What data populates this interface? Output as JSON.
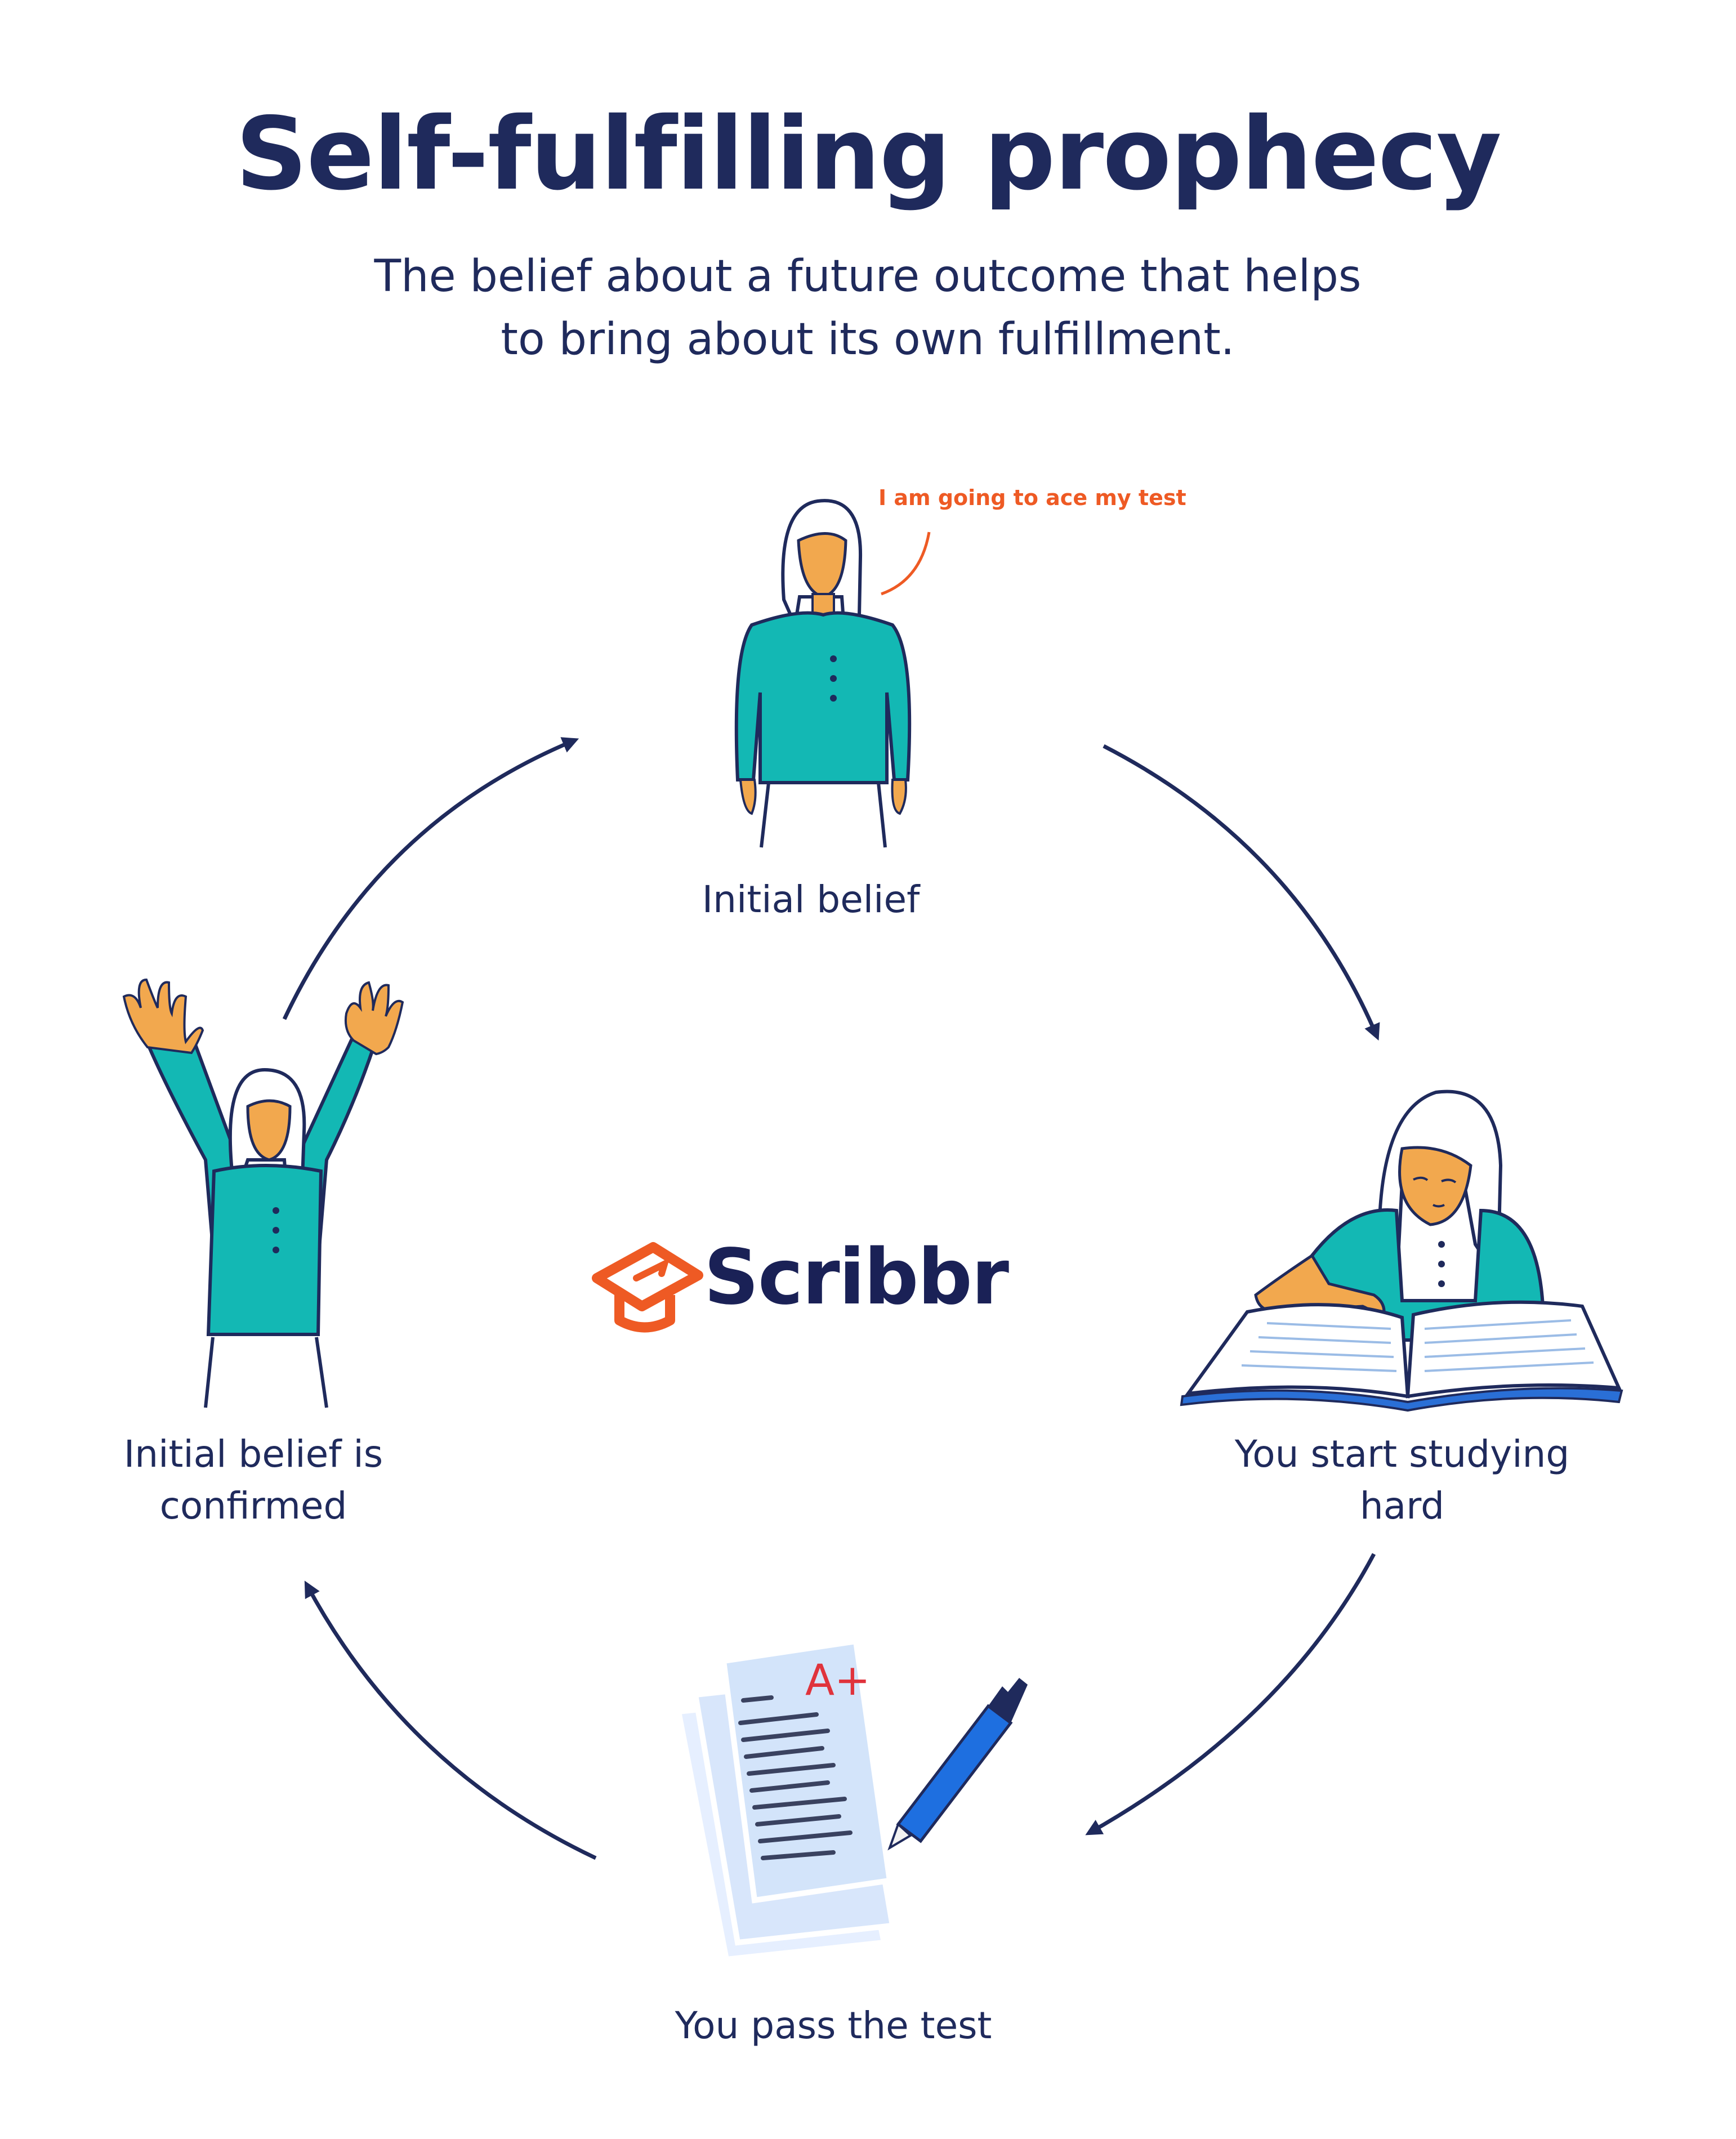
{
  "title": "Self-fulfilling prophecy",
  "subtitle_lines": [
    "The belief about a future outcome that helps",
    "to bring about its own fulfillment."
  ],
  "speech_bubble": "I am going to ace my test",
  "steps": [
    {
      "label": "Initial belief"
    },
    {
      "label_lines": [
        "You start studying",
        "hard"
      ]
    },
    {
      "label": "You pass the test"
    },
    {
      "label_lines": [
        "Initial belief is",
        "confirmed"
      ]
    }
  ],
  "logo": {
    "text": "Scribbr"
  },
  "grade": "A+",
  "colors": {
    "navy": "#1f2a5c",
    "teal": "#13b8b4",
    "skin": "#f2a84e",
    "orange": "#ee5a24",
    "paper": "#d3e4fa",
    "pen": "#1e6fe0",
    "book_edge": "#2a6fd6"
  },
  "icons": [
    "cycle-arrow-icon",
    "scribbr-cap-icon",
    "person-figure",
    "open-book-icon",
    "test-paper-icon",
    "pen-icon"
  ]
}
